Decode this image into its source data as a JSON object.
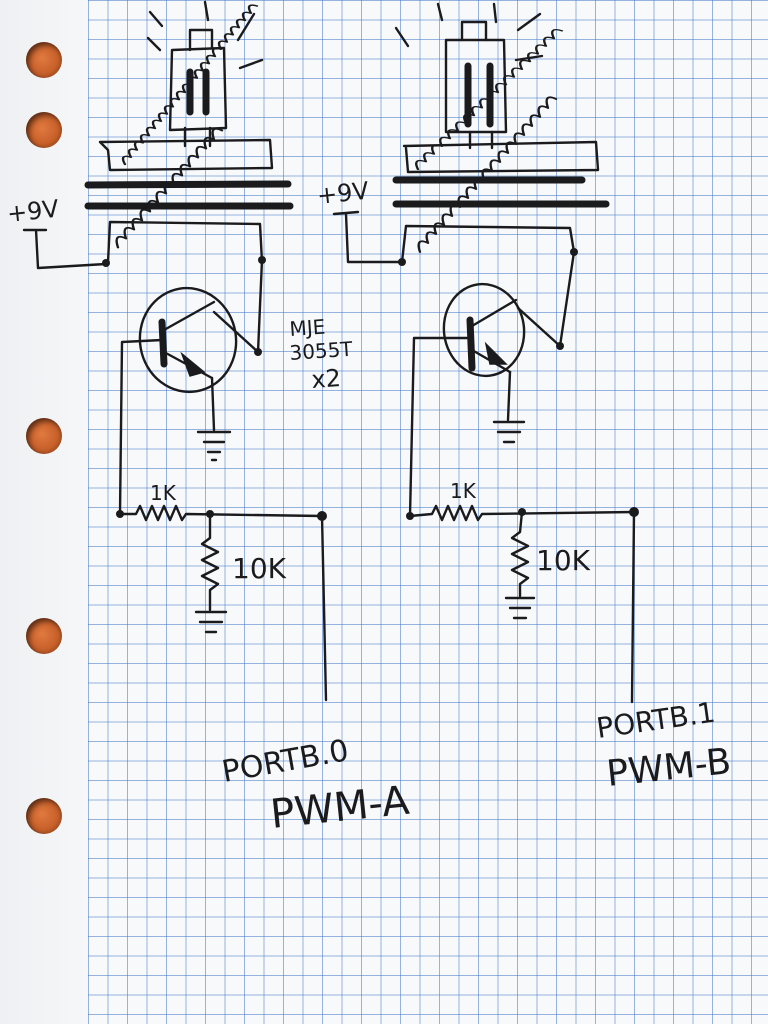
{
  "colors": {
    "ink": "#1b1b1e",
    "grid_line": "#4678c8",
    "paper": "#f7f9fb",
    "binder_hole": "#c8602a"
  },
  "circuits": [
    {
      "supply_label": "+9V",
      "base_resistor": "1K",
      "pulldown_resistor": "10K",
      "port_label": "PORTB.0",
      "signal_label": "PWM-A"
    },
    {
      "supply_label": "+9V",
      "base_resistor": "1K",
      "pulldown_resistor": "10K",
      "port_label": "PORTB.1",
      "signal_label": "PWM-B"
    }
  ],
  "transistor_note": {
    "line1": "MJE",
    "line2": "3055T",
    "line3": "x2"
  }
}
